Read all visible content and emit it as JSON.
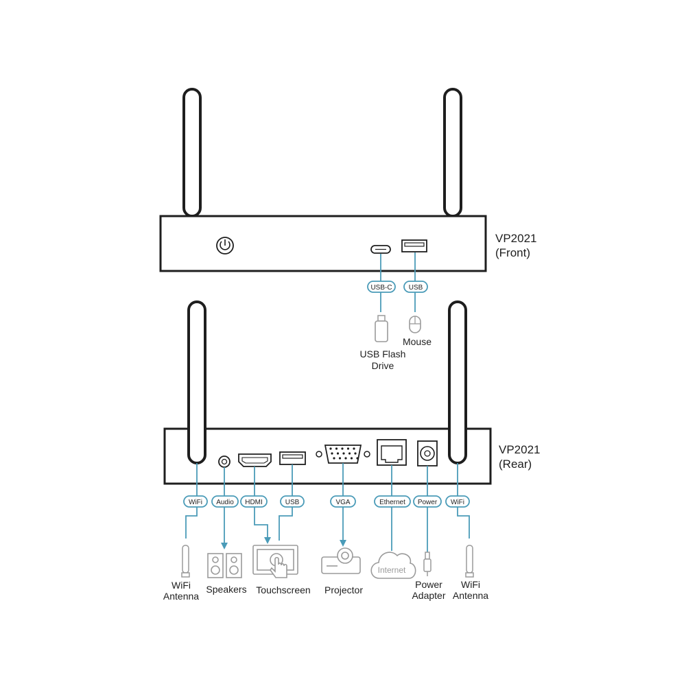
{
  "colors": {
    "device": "#1e1e1e",
    "connector": "#4a9bb8",
    "accessory": "#9a9a9a"
  },
  "front": {
    "title_line1": "VP2021",
    "title_line2": "(Front)",
    "ports": {
      "usbc": "USB-C",
      "usb": "USB"
    },
    "devices": {
      "flash_line1": "USB Flash",
      "flash_line2": "Drive",
      "mouse": "Mouse"
    }
  },
  "rear": {
    "title_line1": "VP2021",
    "title_line2": "(Rear)",
    "ports": {
      "wifi_left": "WiFi",
      "audio": "Audio",
      "hdmi": "HDMI",
      "usb": "USB",
      "vga": "VGA",
      "ethernet": "Ethernet",
      "power": "Power",
      "wifi_right": "WiFi"
    },
    "devices": {
      "wifi_left_line1": "WiFi",
      "wifi_left_line2": "Antenna",
      "speakers": "Speakers",
      "touchscreen": "Touchscreen",
      "projector": "Projector",
      "internet": "Internet",
      "power_line1": "Power",
      "power_line2": "Adapter",
      "wifi_right_line1": "WiFi",
      "wifi_right_line2": "Antenna"
    }
  }
}
